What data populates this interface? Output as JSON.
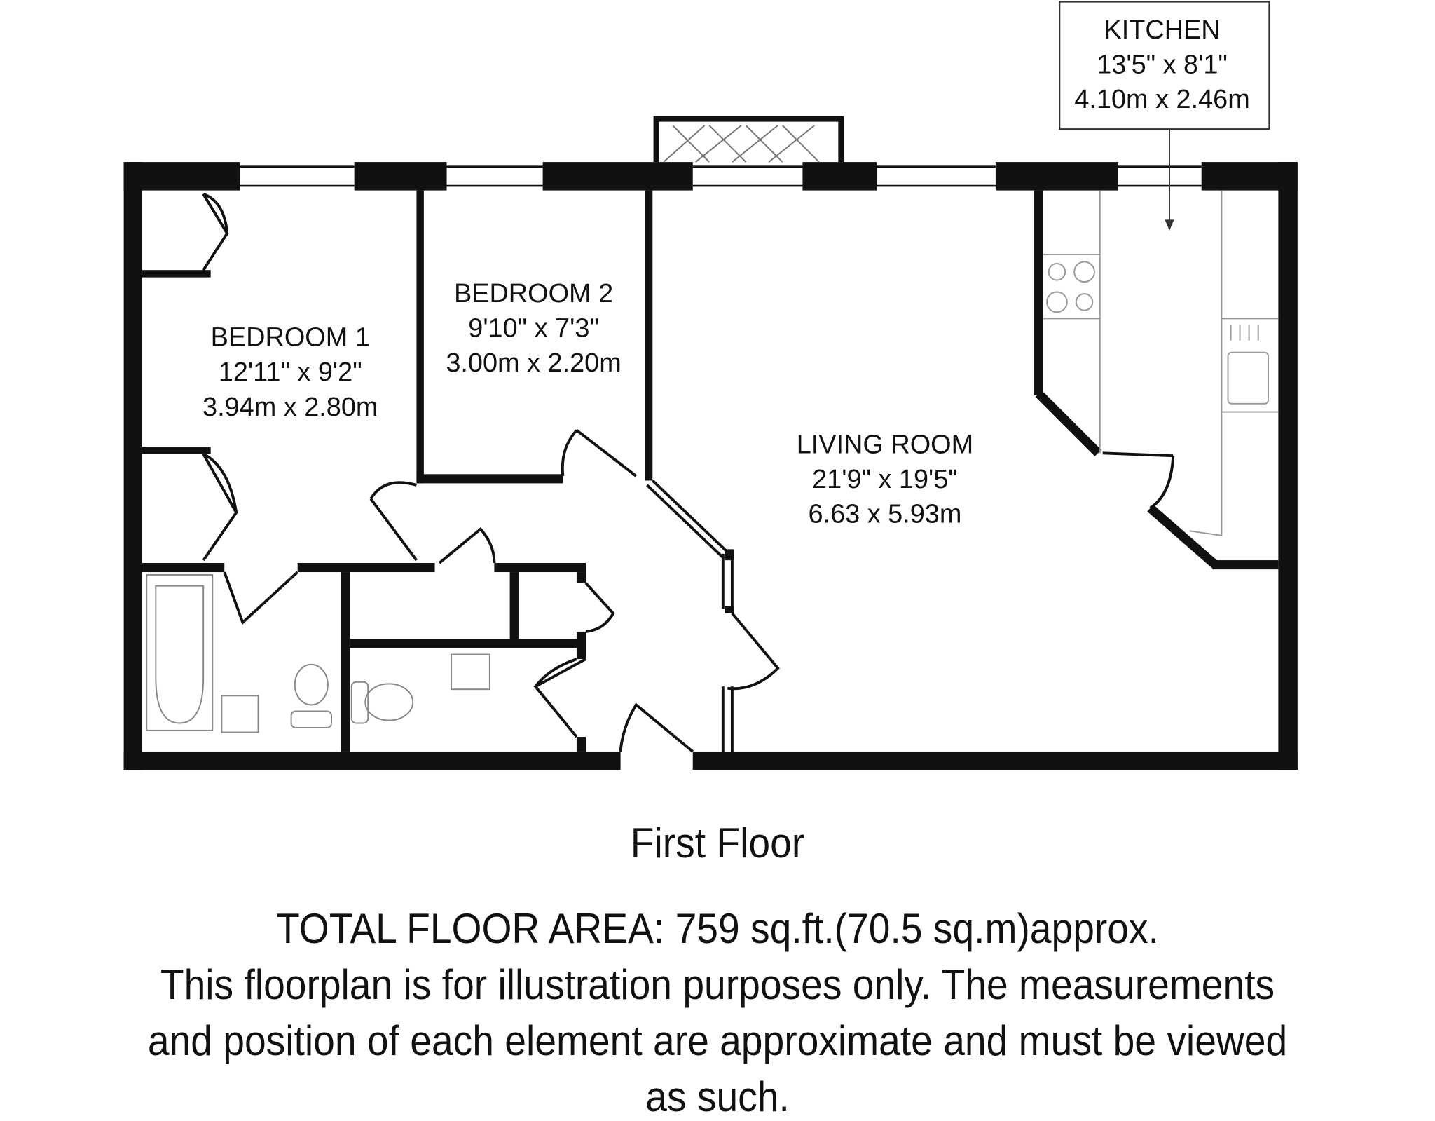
{
  "rooms": {
    "bedroom1": {
      "name": "BEDROOM 1",
      "imperial": "12'11\" x 9'2\"",
      "metric": "3.94m x 2.80m"
    },
    "bedroom2": {
      "name": "BEDROOM 2",
      "imperial": "9'10\" x 7'3\"",
      "metric": "3.00m x 2.20m"
    },
    "living": {
      "name": "LIVING ROOM",
      "imperial": "21'9\" x 19'5\"",
      "metric": "6.63 x 5.93m"
    },
    "kitchen": {
      "name": "KITCHEN",
      "imperial": "13'5\" x 8'1\"",
      "metric": "4.10m x 2.46m"
    }
  },
  "floor_label": "First Floor",
  "total_area": "TOTAL FLOOR AREA: 759 sq.ft.(70.5 sq.m)approx.",
  "disclaimer": [
    "This floorplan is for illustration purposes only. The measurements",
    "and position of each element are approximate and must be viewed",
    "as such."
  ]
}
